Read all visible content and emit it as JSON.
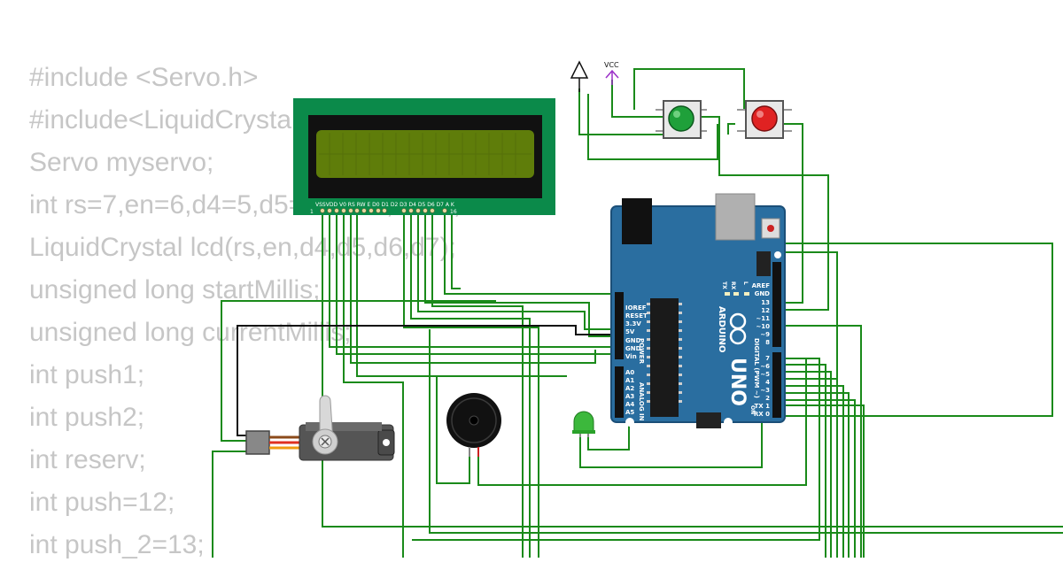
{
  "code_lines": [
    "#include <Servo.h>",
    "#include<LiquidCrystal.h>",
    "Servo myservo;",
    "int rs=7,en=6,d4=5,d5=4,d6=3,d7=2;",
    "LiquidCrystal lcd(rs,en,d4,d5,d6,d7);",
    "unsigned long startMillis;",
    "unsigned long currentMillis;",
    "int push1;",
    "int push2;",
    "int reserv;",
    "int push=12;",
    "int push_2=13;"
  ],
  "vcc_label": "VCC",
  "lcd": {
    "pin_labels": "VSSVDD V0 RS RW  E  D0 D1 D2 D3 D4 D5 D6 D7  A   K",
    "pin_first": "1",
    "pin_last": "16"
  },
  "arduino": {
    "brand": "ARDUINO",
    "model": "UNO",
    "power_header_label": "POWER",
    "power_pins": [
      "IOREF",
      "RESET",
      "3.3V",
      "5V",
      "GND",
      "GND",
      "Vin"
    ],
    "analog_header_label": "ANALOG IN",
    "analog_pins": [
      "A0",
      "A1",
      "A2",
      "A3",
      "A4",
      "A5"
    ],
    "digital_header_label": "DIGITAL (PWM ~)",
    "digital_top_pins": [
      "AREF",
      "GND",
      "13",
      "12",
      "~11",
      "~10",
      "~9",
      "8"
    ],
    "digital_bottom_pins": [
      "7",
      "~6",
      "~5",
      "4",
      "~3",
      "2",
      "TX 1",
      "RX 0"
    ],
    "tx_label": "TX",
    "rx_label": "RX",
    "l_label": "L",
    "on_label": "ON"
  },
  "colors": {
    "wire": "#1a8a1a",
    "code_text": "#c6c6c6",
    "board": "#2a6ea0",
    "lcd_pcb": "#0b8a4a",
    "lcd_screen": "#5f7d0a",
    "vcc": "#9b30c8",
    "button_green": "#1fa03a",
    "button_red": "#e02222"
  }
}
